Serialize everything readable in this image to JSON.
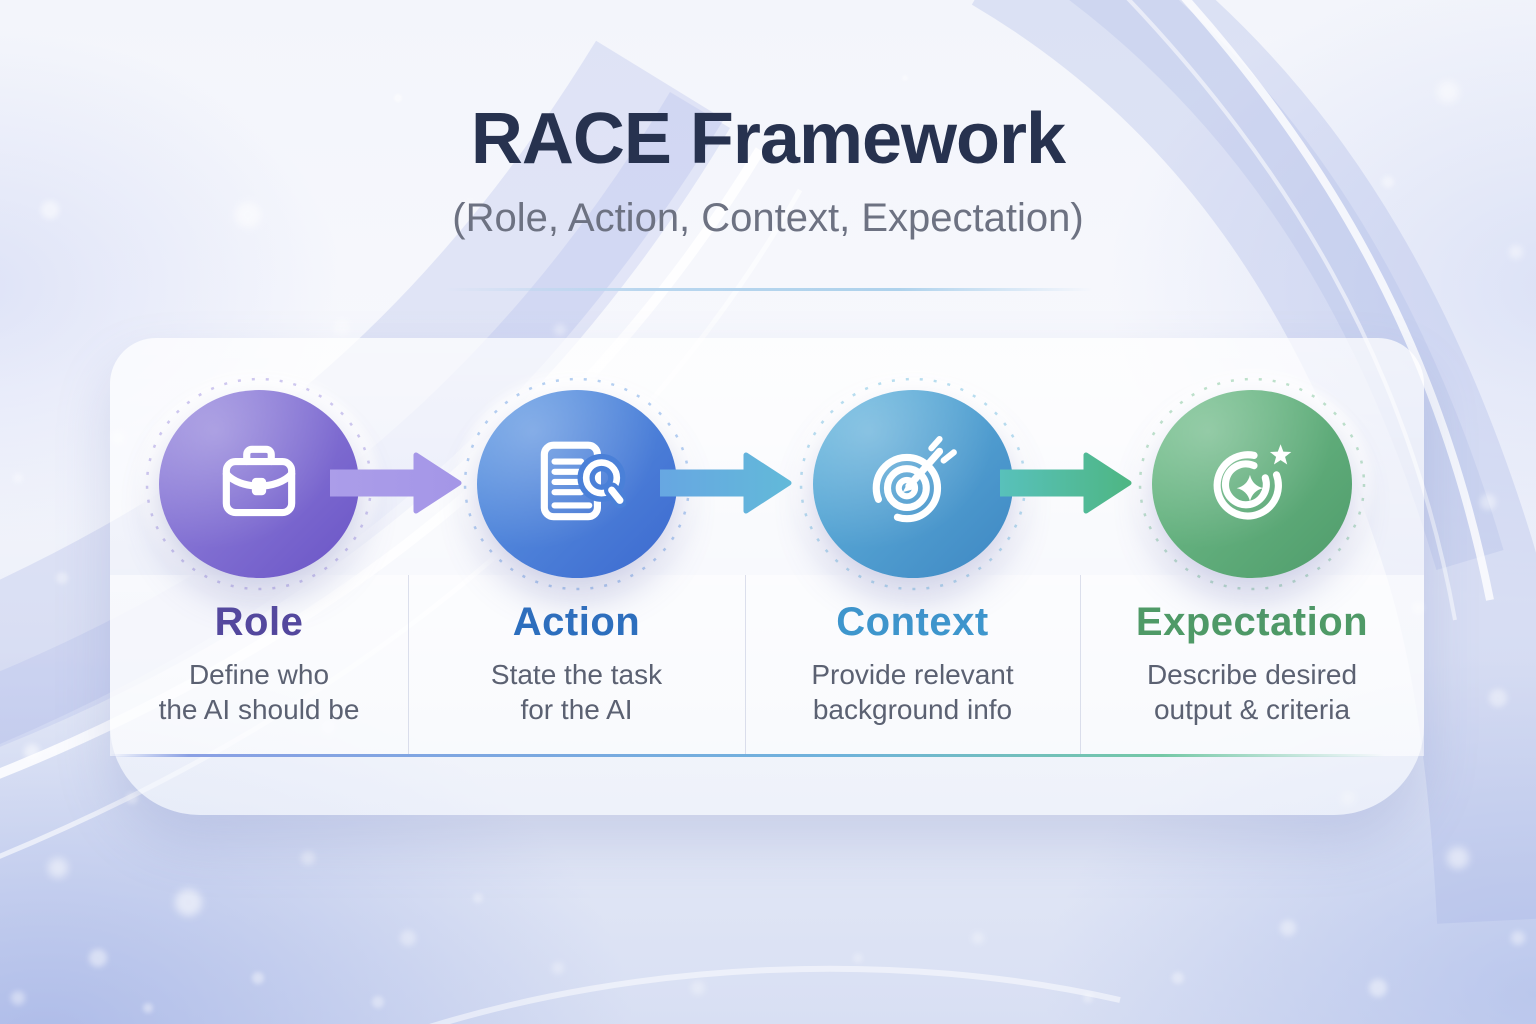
{
  "header": {
    "title": "RACE Framework",
    "subtitle": "(Role, Action, Context, Expectation)",
    "title_color": "#27324f",
    "subtitle_color": "#6d7282"
  },
  "steps": [
    {
      "label": "Role",
      "description_lines": [
        "Define who",
        "the AI should be"
      ],
      "icon": "briefcase-icon",
      "accent_color": "#54489e",
      "circle_gradient_from": "#988ade",
      "circle_gradient_to": "#6a54c6"
    },
    {
      "label": "Action",
      "description_lines": [
        "State the task",
        "for the AI"
      ],
      "icon": "document-search-icon",
      "accent_color": "#2d6fbe",
      "circle_gradient_from": "#5f9ae3",
      "circle_gradient_to": "#3c69cf"
    },
    {
      "label": "Context",
      "description_lines": [
        "Provide relevant",
        "background info"
      ],
      "icon": "target-arrow-icon",
      "accent_color": "#3e96cd",
      "circle_gradient_from": "#65b7de",
      "circle_gradient_to": "#3e87c3"
    },
    {
      "label": "Expectation",
      "description_lines": [
        "Describe desired",
        "output & criteria"
      ],
      "icon": "sparkle-swirl-icon",
      "accent_color": "#4f9a67",
      "circle_gradient_from": "#74c08d",
      "circle_gradient_to": "#4f9c6b"
    }
  ],
  "arrows": [
    {
      "from": "Role",
      "to": "Action",
      "color_from": "#ab9de9",
      "color_to": "#a496e7"
    },
    {
      "from": "Action",
      "to": "Context",
      "color_from": "#67a7e2",
      "color_to": "#62b9d9"
    },
    {
      "from": "Context",
      "to": "Expectation",
      "color_from": "#58c1bb",
      "color_to": "#4eb684"
    }
  ],
  "description_text_color": "#5b6172"
}
